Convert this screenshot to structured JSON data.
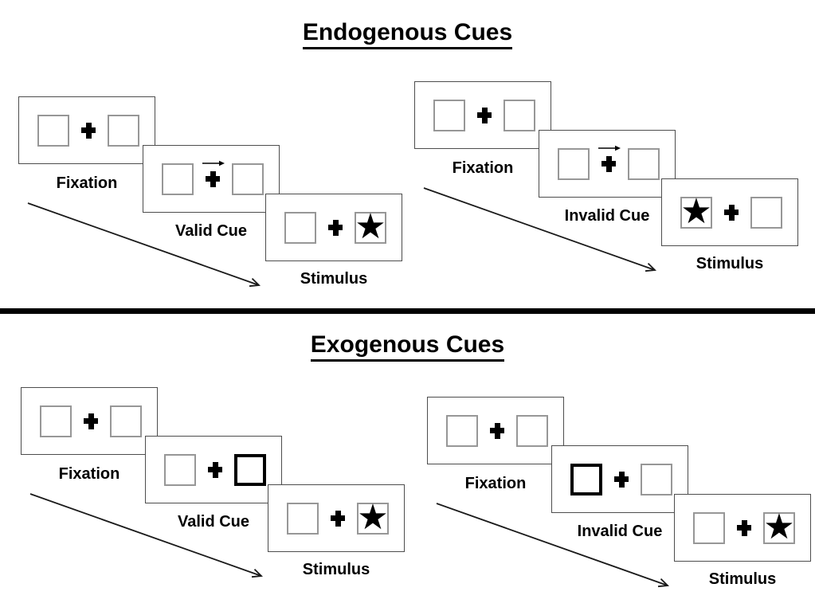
{
  "endogenous": {
    "title": "Endogenous Cues",
    "valid": {
      "fixation_label": "Fixation",
      "cue_label": "Valid Cue",
      "stimulus_label": "Stimulus",
      "cue_type": "central-arrow-pointing-right",
      "target_side": "right"
    },
    "invalid": {
      "fixation_label": "Fixation",
      "cue_label": "Invalid Cue",
      "stimulus_label": "Stimulus",
      "cue_type": "central-arrow-pointing-right",
      "target_side": "left"
    }
  },
  "exogenous": {
    "title": "Exogenous Cues",
    "valid": {
      "fixation_label": "Fixation",
      "cue_label": "Valid Cue",
      "stimulus_label": "Stimulus",
      "cue_type": "peripheral-box-highlight-right",
      "target_side": "right"
    },
    "invalid": {
      "fixation_label": "Fixation",
      "cue_label": "Invalid Cue",
      "stimulus_label": "Stimulus",
      "cue_type": "peripheral-box-highlight-left",
      "target_side": "right"
    }
  },
  "glyphs": {
    "star": "★"
  },
  "colors": {
    "ink": "#000000",
    "panel_border": "#4d4d4d",
    "box_border": "#979797"
  }
}
